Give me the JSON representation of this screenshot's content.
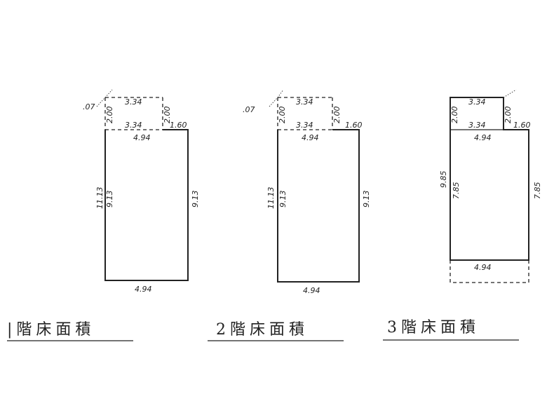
{
  "plans": [
    {
      "title": "|階床面積",
      "dims": {
        "corner": ".07",
        "top": "3.34",
        "left_small": "2.00",
        "right_small": "2.00",
        "inner_top": "3.34",
        "step": "1.60",
        "width_upper": "4.94",
        "overall_left": "11.13",
        "inner_left": "9.13",
        "right": "9.13",
        "bottom": "4.94"
      }
    },
    {
      "title": "2階床面積",
      "dims": {
        "corner": ".07",
        "top": "3.34",
        "left_small": "2.00",
        "right_small": "2.00",
        "inner_top": "3.34",
        "step": "1.60",
        "width_upper": "4.94",
        "overall_left": "11.13",
        "inner_left": "9.13",
        "right": "9.13",
        "bottom": "4.94"
      }
    },
    {
      "title": "3階床面積",
      "dims": {
        "top": "3.34",
        "left_small": "2.00",
        "right_small": "2.00",
        "inner_top": "3.34",
        "step": "1.60",
        "width_upper": "4.94",
        "overall_left": "9.85",
        "inner_left": "7.85",
        "right": "7.85",
        "bottom": "4.94"
      }
    }
  ]
}
